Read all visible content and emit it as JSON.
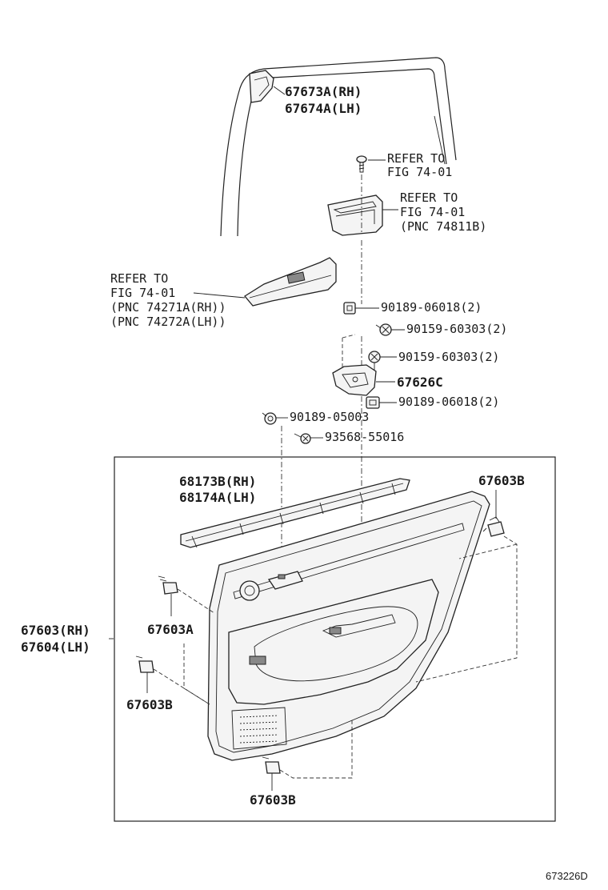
{
  "diagram": {
    "figure_id": "673226D",
    "labels": {
      "lbl_67673A": "67673A(RH)",
      "lbl_67674A": "67674A(LH)",
      "ref1_a": "REFER TO",
      "ref1_b": "FIG 74-01",
      "ref2_a": "REFER TO",
      "ref2_b": "FIG 74-01",
      "ref2_c": "(PNC 74811B)",
      "ref3_a": "REFER TO",
      "ref3_b": "FIG 74-01",
      "ref3_c": "(PNC 74271A(RH))",
      "ref3_d": "(PNC 74272A(LH))",
      "p_90189_06018_top": "90189-06018(2)",
      "p_90159_60303_a": "90159-60303(2)",
      "p_90159_60303_b": "90159-60303(2)",
      "p_67626C": "67626C",
      "p_90189_06018_bot": "90189-06018(2)",
      "p_90189_05003": "90189-05003",
      "p_93568_55016": "93568-55016",
      "p_68173B": "68173B(RH)",
      "p_68174A": "68174A(LH)",
      "p_67603B_tr": "67603B",
      "p_67603_rh": "67603(RH)",
      "p_67604_lh": "67604(LH)",
      "p_67603A": "67603A",
      "p_67603B_l": "67603B",
      "p_67603B_b": "67603B"
    }
  }
}
